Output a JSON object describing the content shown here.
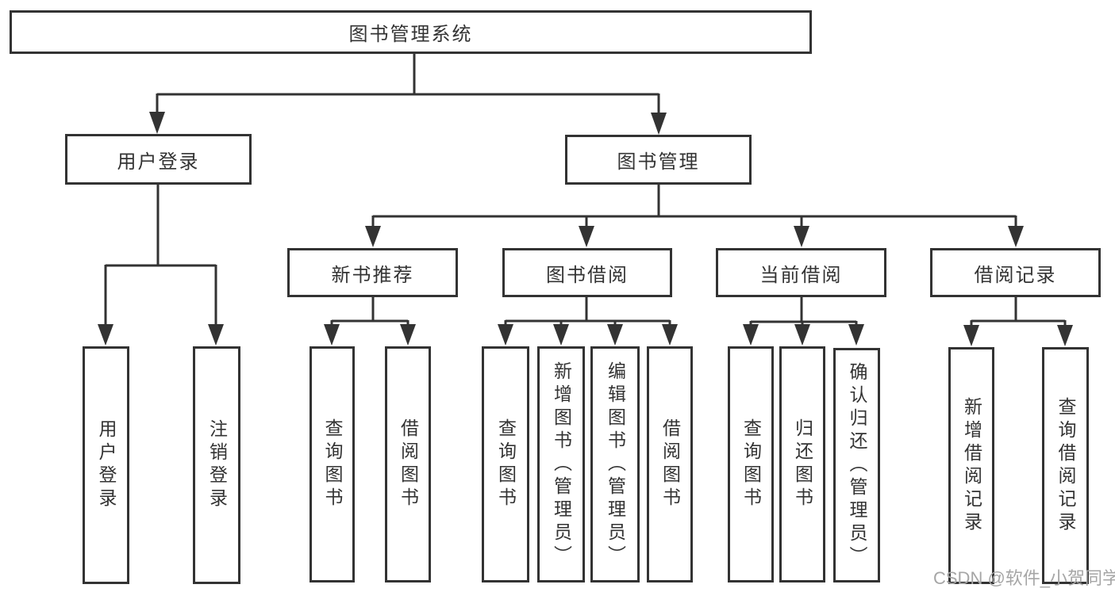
{
  "diagram": {
    "root": {
      "label": "图书管理系统"
    },
    "user_login": {
      "label": "用户登录",
      "children": {
        "login": "用户登录",
        "logout": "注销登录"
      }
    },
    "book_management": {
      "label": "图书管理",
      "sections": {
        "new_book": {
          "label": "新书推荐",
          "children": {
            "query": "查询图书",
            "borrow": "借阅图书"
          }
        },
        "book_borrow": {
          "label": "图书借阅",
          "children": {
            "query": "查询图书",
            "add": "新增图书（管理员）",
            "edit": "编辑图书（管理员）",
            "borrow": "借阅图书"
          }
        },
        "current_borrow": {
          "label": "当前借阅",
          "children": {
            "query": "查询图书",
            "return": "归还图书",
            "confirm": "确认归还（管理员）"
          }
        },
        "borrow_record": {
          "label": "借阅记录",
          "children": {
            "add": "新增借阅记录",
            "query": "查询借阅记录"
          }
        }
      }
    }
  },
  "watermark": {
    "text": "CSDN @软件_小贺同学"
  },
  "colors": {
    "line": "#333333",
    "text": "#333333",
    "box_fill": "#ffffff",
    "watermark": "#a6a6a6"
  }
}
